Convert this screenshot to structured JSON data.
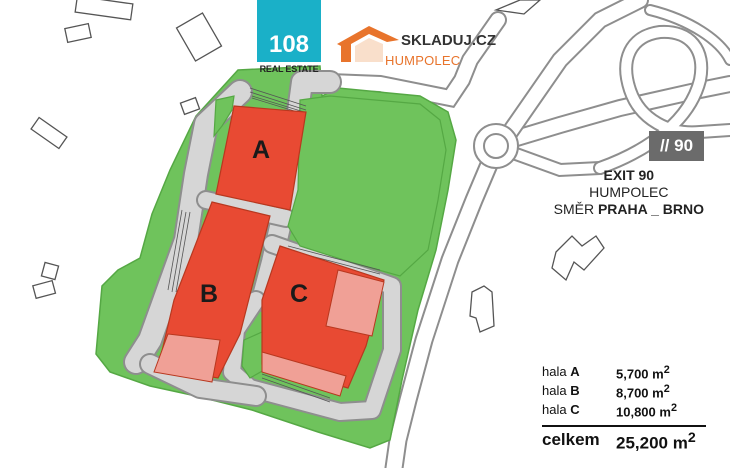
{
  "logo_108": {
    "number": "108",
    "subtitle": "REAL ESTATE"
  },
  "logo_skladuj": {
    "name": "SKLADUJ.CZ",
    "location": "HUMPOLEC"
  },
  "exit_badge": {
    "text": "90"
  },
  "exit_info": {
    "line1": "EXIT 90",
    "line2": "HUMPOLEC",
    "line3_prefix": "SMĚR",
    "line3_bold": "PRAHA _ BRNO"
  },
  "halls": {
    "a": "A",
    "b": "B",
    "c": "C"
  },
  "areas": {
    "rows": [
      {
        "prefix": "hala",
        "letter": "A",
        "value": "5,700 m",
        "sup": "2"
      },
      {
        "prefix": "hala",
        "letter": "B",
        "value": "8,700 m",
        "sup": "2"
      },
      {
        "prefix": "hala",
        "letter": "C",
        "value": "10,800 m",
        "sup": "2"
      }
    ],
    "total_label": "celkem",
    "total_value": "25,200 m",
    "total_sup": "2"
  },
  "colors": {
    "green": "#6fc35c",
    "green_dark": "#55a844",
    "road_fill": "#d6d6d6",
    "road_outline": "#8e8e8e",
    "building": "#e84a33",
    "building_light": "#f0a096",
    "teal": "#1ab0c8",
    "orange": "#e8742c"
  }
}
